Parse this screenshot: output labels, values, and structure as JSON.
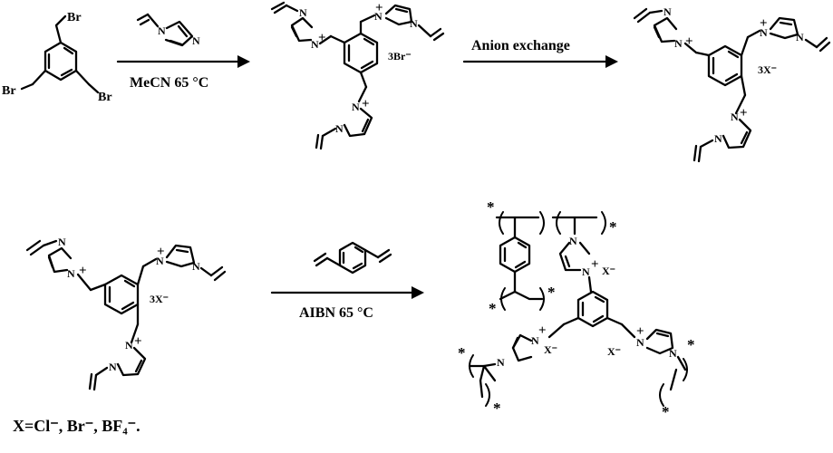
{
  "atoms": {
    "br": "Br",
    "n": "N",
    "plus": "+",
    "star": "*",
    "x_minus": "X⁻"
  },
  "reaction1": {
    "solvent_temp": "MeCN    65 °C",
    "counterion": "3Br⁻"
  },
  "reaction2": {
    "condition": "Anion exchange",
    "counterion": "3X⁻"
  },
  "reaction3": {
    "condition": "AIBN    65 °C",
    "counterion": "3X⁻"
  },
  "footnote": "X=Cl⁻,  Br⁻,  BF₄⁻."
}
